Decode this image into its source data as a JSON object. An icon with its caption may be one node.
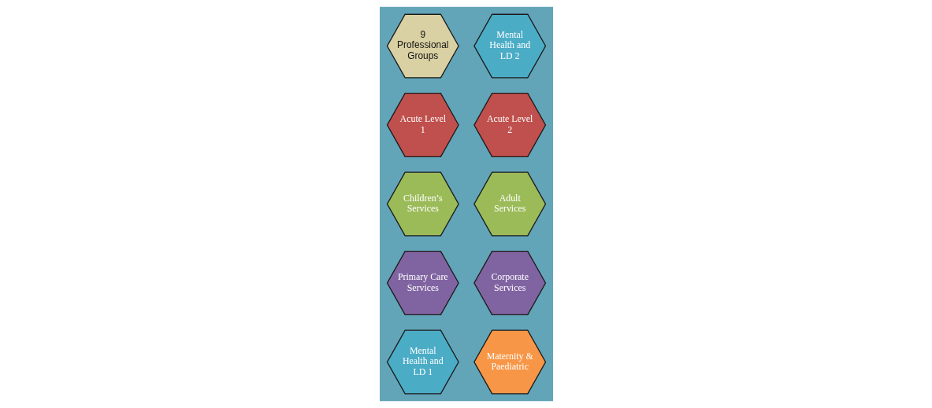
{
  "diagram": {
    "nodes": [
      {
        "text": [
          "9 Professional Groups"
        ]
      },
      {
        "text": [
          "Acute Level 1"
        ]
      },
      {
        "text": [
          "Children’s Services"
        ]
      },
      {
        "text": [
          "Primary Care Services"
        ]
      },
      {
        "text": [
          "Mental Health and LD 1"
        ]
      },
      {
        "text": [
          "Mental Health and LD 2"
        ]
      },
      {
        "text": [
          "Acute Level 2"
        ]
      },
      {
        "text": [
          "Adult Services"
        ]
      },
      {
        "text": [
          "Corporate Services"
        ]
      },
      {
        "text": [
          "Maternity & Paediatric"
        ]
      }
    ]
  }
}
